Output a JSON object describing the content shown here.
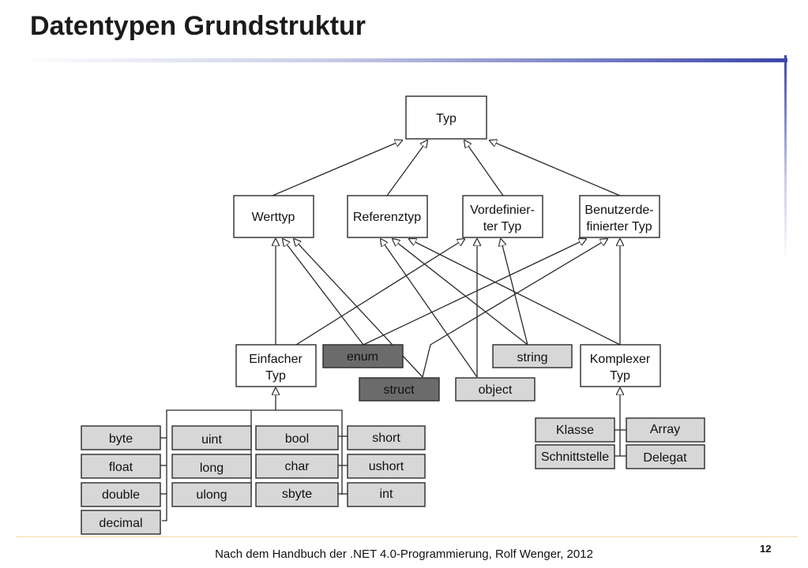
{
  "title": "Datentypen Grundstruktur",
  "caption": "Nach dem Handbuch der .NET 4.0-Programmierung, Rolf Wenger, 2012",
  "page_number": "12",
  "nodes": {
    "typ": "Typ",
    "werttyp": "Werttyp",
    "referenztyp": "Referenztyp",
    "vordefiniert_1": "Vordefinier-",
    "vordefiniert_2": "ter Typ",
    "benutzer_1": "Benutzerde-",
    "benutzer_2": "finierter Typ",
    "einfacher_1": "Einfacher",
    "einfacher_2": "Typ",
    "enum": "enum",
    "struct": "struct",
    "object": "object",
    "string": "string",
    "komplexer_1": "Komplexer",
    "komplexer_2": "Typ"
  },
  "simple_types": [
    "byte",
    "uint",
    "bool",
    "short",
    "float",
    "long",
    "char",
    "ushort",
    "double",
    "ulong",
    "sbyte",
    "int",
    "decimal"
  ],
  "complex_types": [
    "Klasse",
    "Array",
    "Schnittstelle",
    "Delegat"
  ]
}
